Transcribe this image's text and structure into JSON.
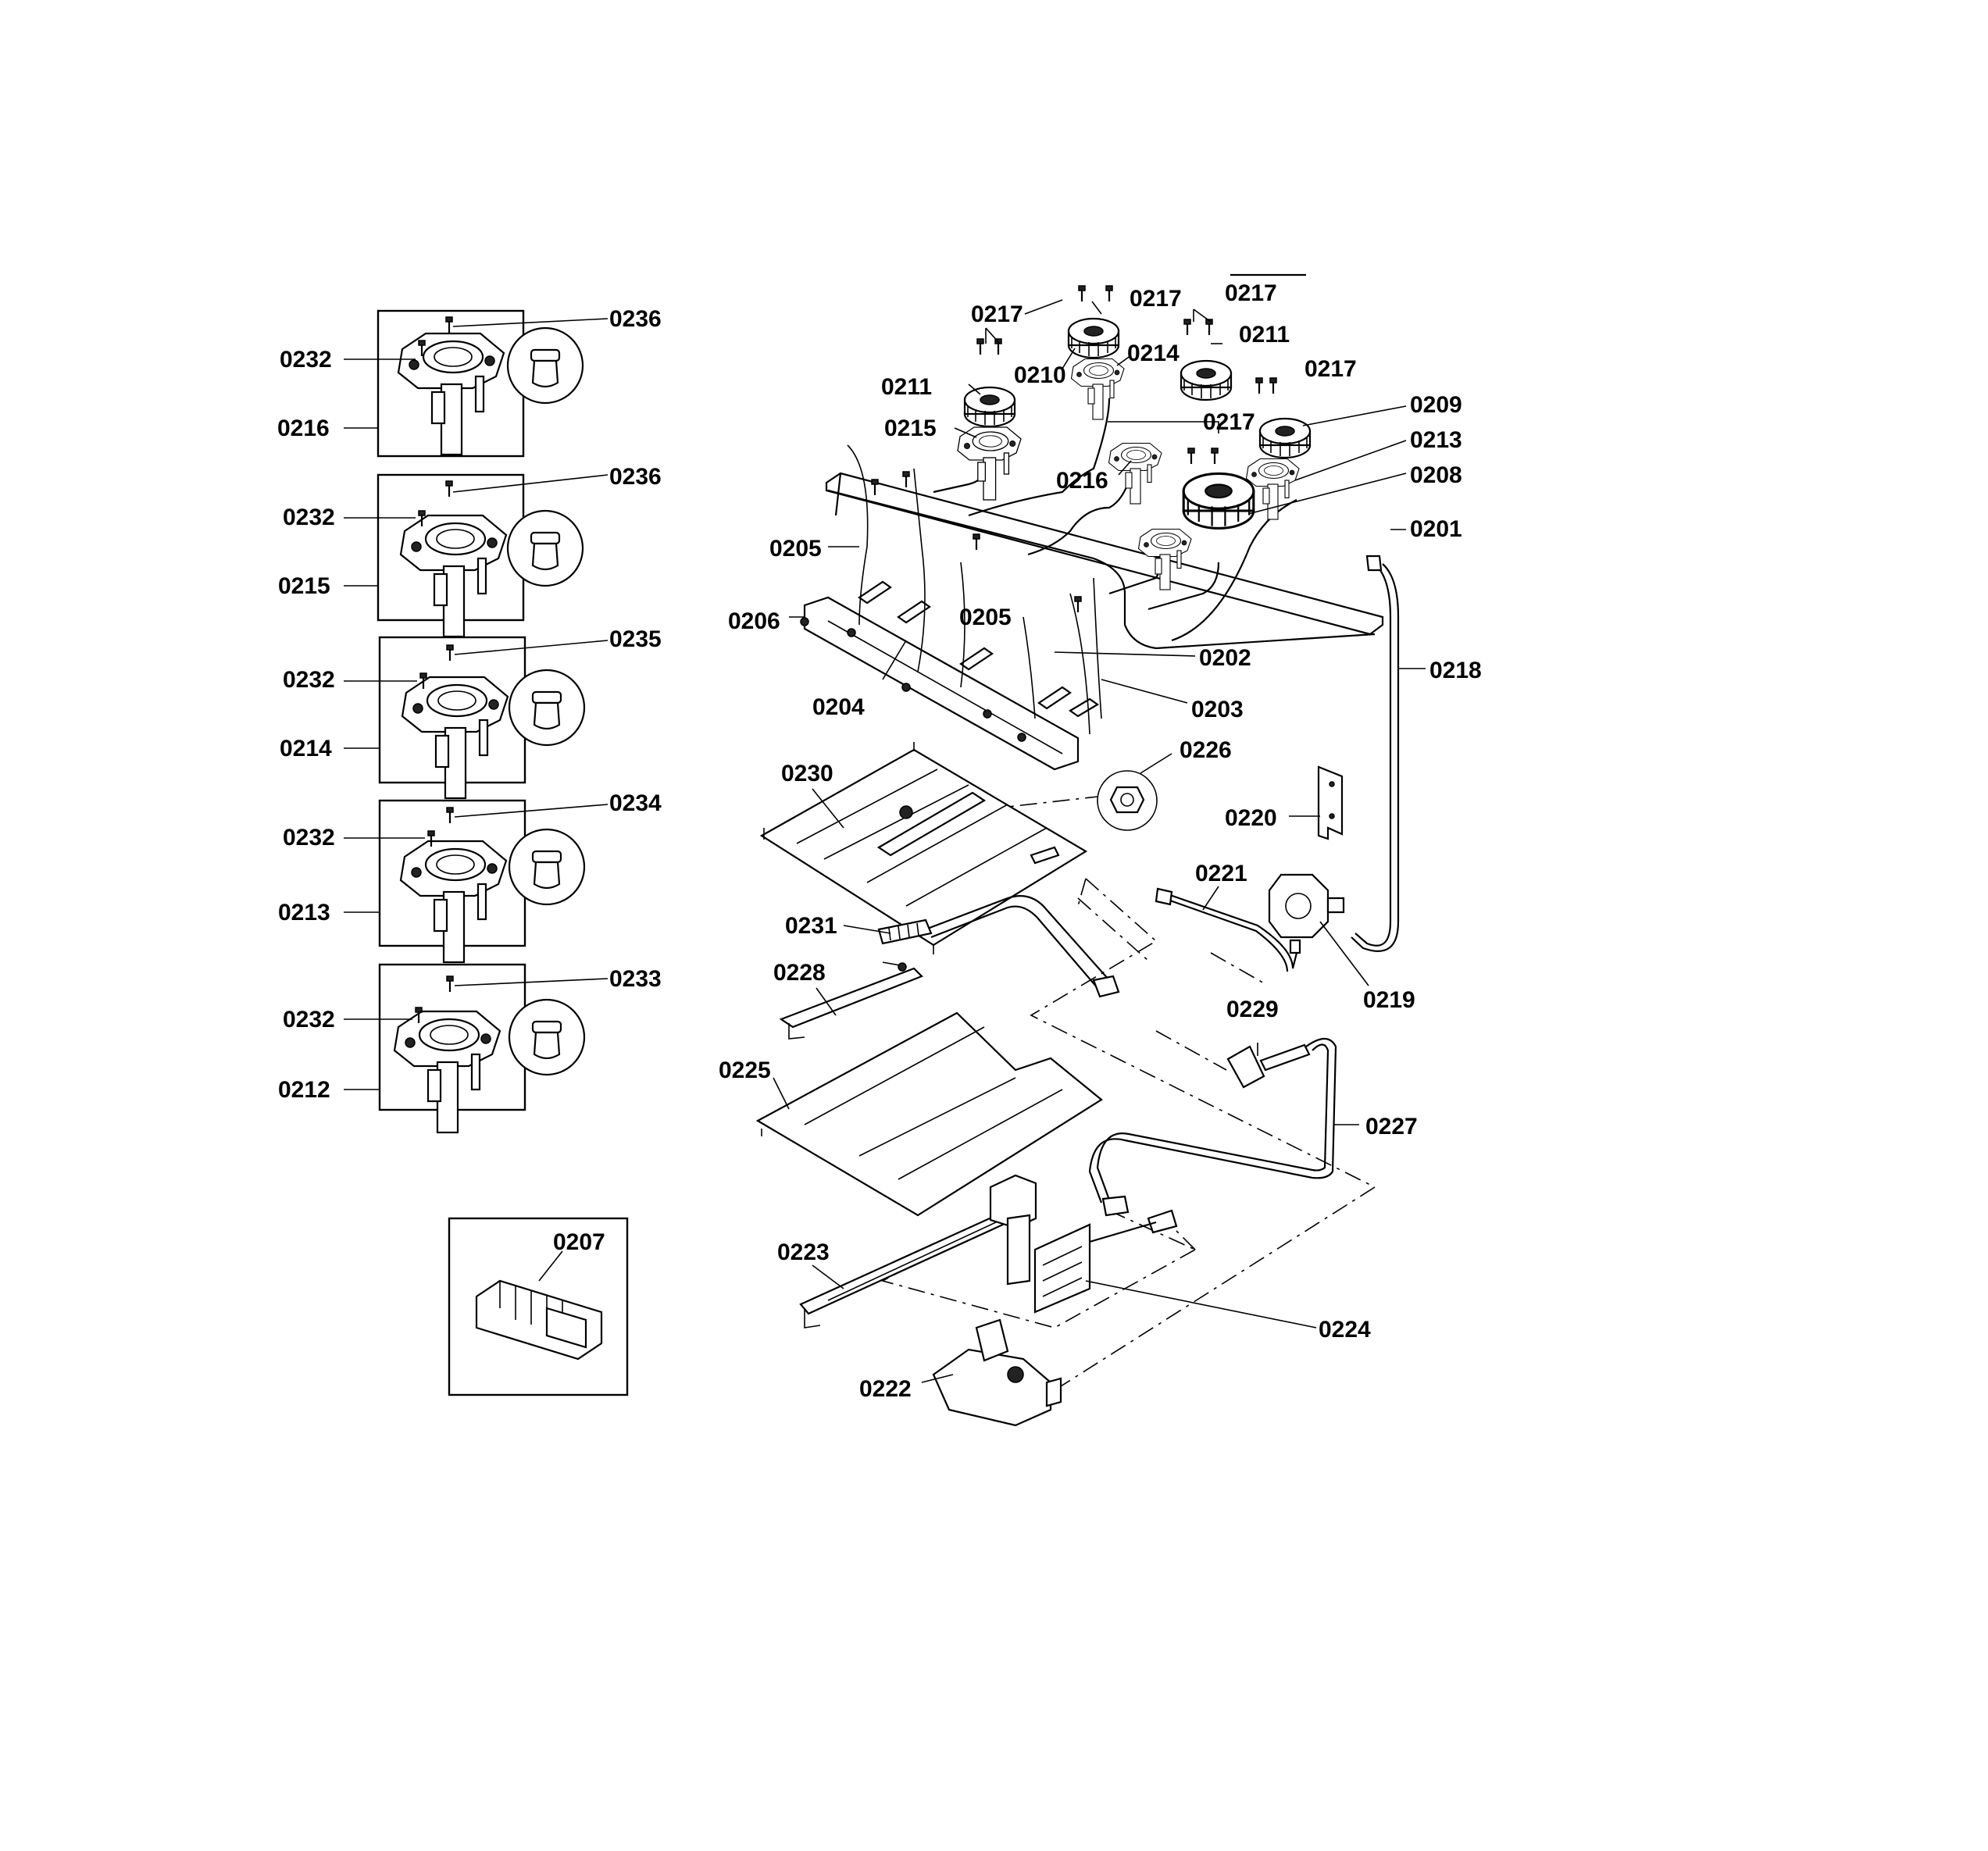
{
  "labels": {
    "l0236a": "0236",
    "l0232a": "0232",
    "l0216a": "0216",
    "l0236b": "0236",
    "l0232b": "0232",
    "l0215a": "0215",
    "l0235": "0235",
    "l0232c": "0232",
    "l0214a": "0214",
    "l0234": "0234",
    "l0232d": "0232",
    "l0213a": "0213",
    "l0233": "0233",
    "l0232e": "0232",
    "l0212": "0212",
    "l0207": "0207",
    "l0217a": "0217",
    "l0217b": "0217",
    "l0217c": "0217",
    "l0217d": "0217",
    "l0217e": "0217",
    "l0211a": "0211",
    "l0211b": "0211",
    "l0210": "0210",
    "l0214b": "0214",
    "l0215b": "0215",
    "l0216b": "0216",
    "l0209": "0209",
    "l0213b": "0213",
    "l0208": "0208",
    "l0201": "0201",
    "l0205a": "0205",
    "l0205b": "0205",
    "l0206": "0206",
    "l0202": "0202",
    "l0204": "0204",
    "l0203": "0203",
    "l0218": "0218",
    "l0226": "0226",
    "l0230": "0230",
    "l0220": "0220",
    "l0221": "0221",
    "l0231": "0231",
    "l0219": "0219",
    "l0228": "0228",
    "l0229": "0229",
    "l0225": "0225",
    "l0227": "0227",
    "l0223": "0223",
    "l0224": "0224",
    "l0222": "0222"
  }
}
